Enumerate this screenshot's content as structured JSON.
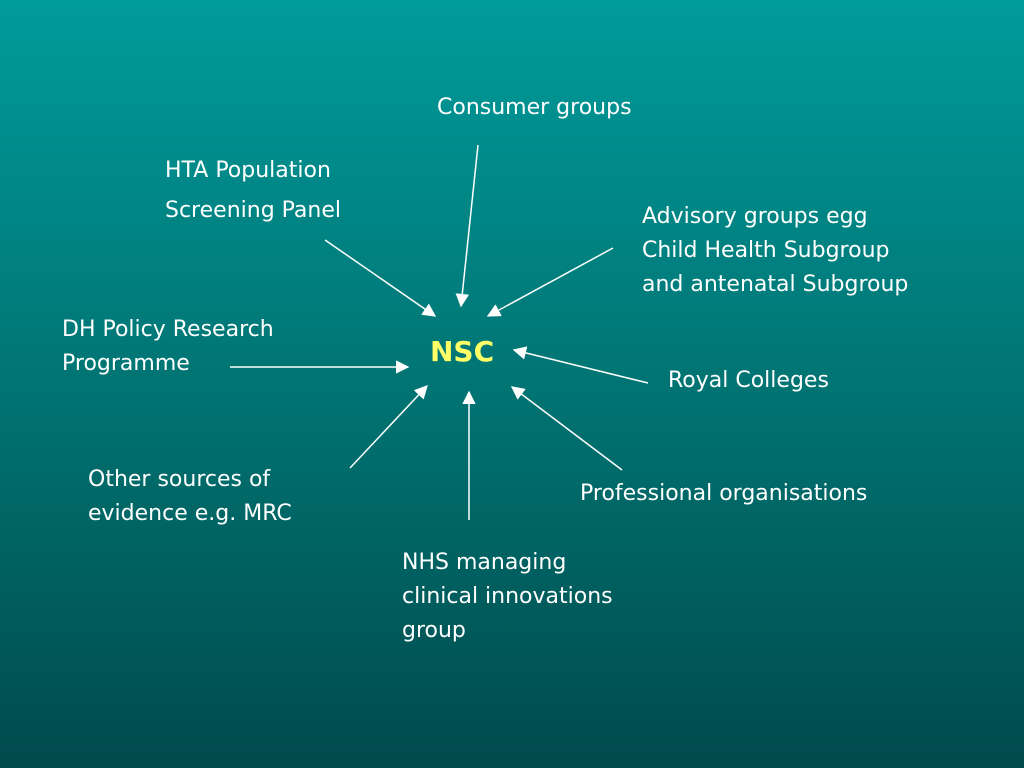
{
  "center": {
    "label": "NSC",
    "color": "#ffff66"
  },
  "nodes": {
    "consumer": {
      "lines": [
        "Consumer groups"
      ]
    },
    "hta": {
      "lines": [
        "HTA Population",
        "Screening Panel"
      ]
    },
    "advisory": {
      "lines": [
        "Advisory groups egg",
        "Child Health Subgroup",
        "and antenatal Subgroup"
      ]
    },
    "dh": {
      "lines": [
        "DH Policy Research",
        "Programme"
      ]
    },
    "royal": {
      "lines": [
        "Royal Colleges"
      ]
    },
    "other": {
      "lines": [
        "Other sources of",
        "evidence e.g. MRC"
      ]
    },
    "professional": {
      "lines": [
        "Professional organisations"
      ]
    },
    "nhs": {
      "lines": [
        "NHS managing",
        "clinical innovations",
        "group"
      ]
    }
  },
  "colors": {
    "arrow": "#ffffff",
    "text": "#ffffff"
  }
}
